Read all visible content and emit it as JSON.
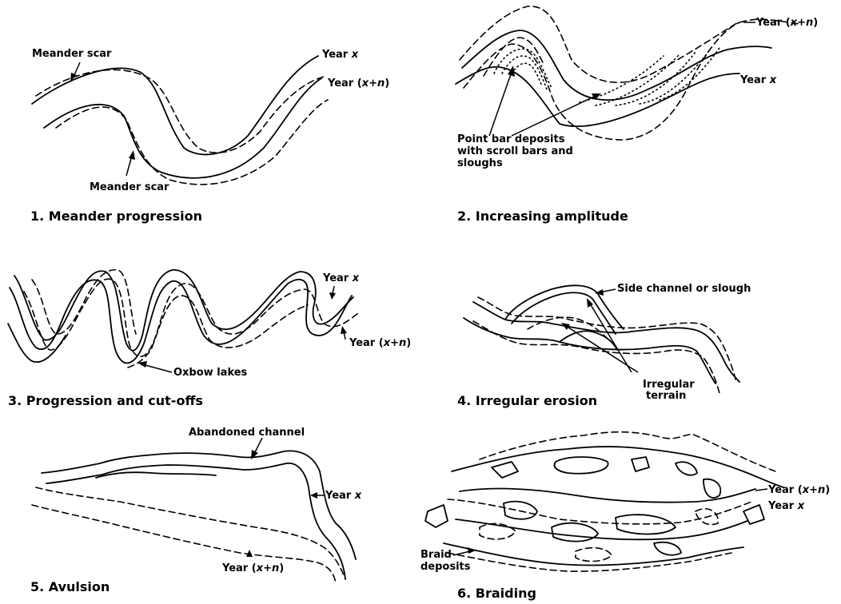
{
  "panels": [
    {
      "caption": "1. Meander progression",
      "labels": {
        "scar_top": "Meander scar",
        "scar_bottom": "Meander scar",
        "year_x_prefix": "Year ",
        "year_x_var": "x",
        "year_xn_prefix": "Year (",
        "year_xn_var": "x+n",
        "year_xn_suffix": ")"
      }
    },
    {
      "caption": "2. Increasing amplitude",
      "labels": {
        "year_xn_prefix": "Year (",
        "year_xn_var": "x+n",
        "year_xn_suffix": ")",
        "year_x_prefix": "Year ",
        "year_x_var": "x",
        "point_bar_line1": "Point bar deposits",
        "point_bar_line2": "with scroll bars and",
        "point_bar_line3": "sloughs"
      }
    },
    {
      "caption": "3. Progression and cut-offs",
      "labels": {
        "year_x_prefix": "Year ",
        "year_x_var": "x",
        "year_xn_prefix": "Year (",
        "year_xn_var": "x+n",
        "year_xn_suffix": ")",
        "oxbow": "Oxbow lakes"
      }
    },
    {
      "caption": "4. Irregular erosion",
      "labels": {
        "side_channel": "Side channel or slough",
        "irregular_line1": "Irregular",
        "irregular_line2": "terrain"
      }
    },
    {
      "caption": "5. Avulsion",
      "labels": {
        "abandoned": "Abandoned channel",
        "year_x_prefix": "Year ",
        "year_x_var": "x",
        "year_xn_prefix": "Year (",
        "year_xn_var": "x+n",
        "year_xn_suffix": ")"
      }
    },
    {
      "caption": "6. Braiding",
      "labels": {
        "year_xn_prefix": "Year (",
        "year_xn_var": "x+n",
        "year_xn_suffix": ")",
        "year_x_prefix": "Year ",
        "year_x_var": "x",
        "braid_line1": "Braid",
        "braid_line2": "deposits"
      }
    }
  ]
}
